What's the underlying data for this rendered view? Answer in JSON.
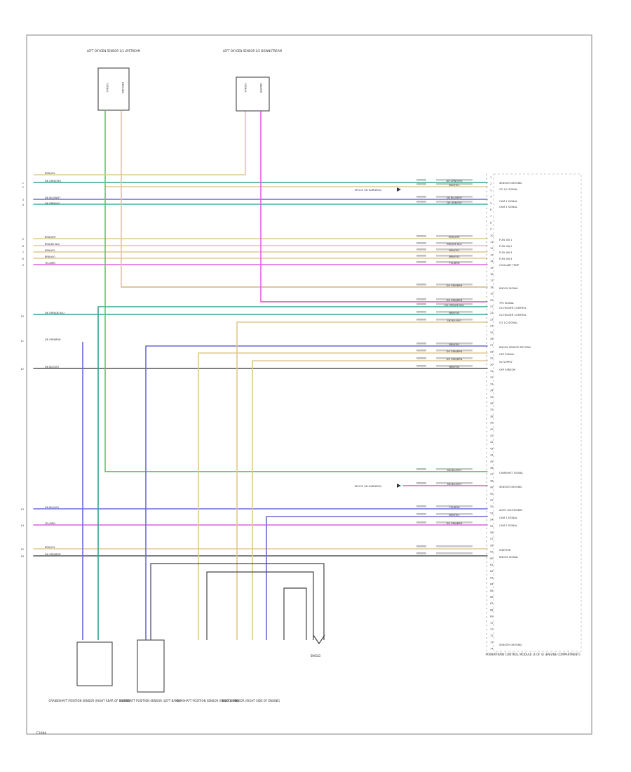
{
  "diagram": {
    "footer_code": "F1084",
    "ecm_label": "POWERTRAIN CONTROL MODULE (4 OF 4) (ENGINE COMPARTMENT)",
    "top_components": [
      {
        "key": "left_o2_sensor",
        "title": "LEFT OXYGEN SENSOR 1/1 UPSTREAM",
        "pins": [
          "SIGNAL",
          "GROUND"
        ]
      },
      {
        "key": "right_o2_sensor",
        "title": "LEFT OXYGEN SENSOR 1/2 DOWNSTREAM",
        "pins": [
          "SIGNAL",
          "HEATER"
        ]
      }
    ],
    "bottom_components": [
      {
        "key": "crankshaft_sensor",
        "title": "CRANKSHAFT POSITION SENSOR (RIGHT REAR OF ENGINE)"
      },
      {
        "key": "camshaft_sensor_1",
        "title": "CAMSHAFT POSITION SENSOR (LEFT BANK)"
      },
      {
        "key": "camshaft_sensor_2",
        "title": "CAMSHAFT POSITION SENSOR (RIGHT BANK)"
      },
      {
        "key": "knock_sensor",
        "title": "KNOCK SENSOR (RIGHT SIDE OF ENGINE)"
      },
      {
        "key": "shield",
        "title": "SHIELD"
      }
    ],
    "splice_labels": [
      "SPLICE (IN HARNESS)",
      "SPLICE (IN HARNESS)"
    ],
    "left_wire_labels": [
      "BRN/YEL",
      "DK GRN/ORG",
      "DK BLU/WHT",
      "DK GRN/VIO",
      "BRN/GRY",
      "BRN/DK BLU",
      "BRN/YEL",
      "BRN/VIO",
      "YEL/BRN",
      "DK GRN/DK BLU",
      "DK GRN/BRN",
      "DK BLU/VIO",
      "DK BLU/VIO",
      "YEL/BRN",
      "BRN/YEL",
      "DK GRN/BRN"
    ],
    "right_wire_labels": [
      "DK GRN/ORG",
      "BRN/YEL",
      "DK BLU/WHT",
      "DK GRN/VIO",
      "BRN/GRY",
      "BRN/DK BLU",
      "BRN/YEL",
      "BRN/VIO",
      "YEL/BRN",
      "DK GRN/BRN",
      "DK GRN/BRN",
      "DK GRN/DK BLU",
      "BRN/VIO",
      "DK BLU/VIO",
      "BRN/YEL",
      "DK GRN/BRN",
      "DK GRN/BRN",
      "BRN/VIO",
      "DK BLU/VIO",
      "DK BLU/VIO",
      "YEL/BRN",
      "BRN/YEL",
      "DK GRN/BRN"
    ],
    "pin_functions": [
      "SENSOR GROUND",
      "O2 1/1 SIGNAL",
      "CAM 1 SIGNAL",
      "CAM 2 SIGNAL",
      "FUEL INJ 1",
      "FUEL INJ 2",
      "FUEL INJ 3",
      "FUEL INJ 4",
      "COOLANT TEMP",
      "KNOCK SIGNAL",
      "TPS SIGNAL",
      "O2 HEATER CONTROL",
      "O2 HEATER CONTROL",
      "O2 1/2 SIGNAL",
      "KNOCK SENSOR RETURN",
      "CKP SIGNAL",
      "5V SUPPLY",
      "CKP SENSOR",
      "CAMSHAFT SIGNAL",
      "SENSOR GROUND",
      "AUTO SHUTDOWN",
      "CAM 1 SIGNAL",
      "CAM 2 SIGNAL",
      "IGNITION",
      "KNOCK SIGNAL",
      "SENSOR GROUND"
    ]
  }
}
